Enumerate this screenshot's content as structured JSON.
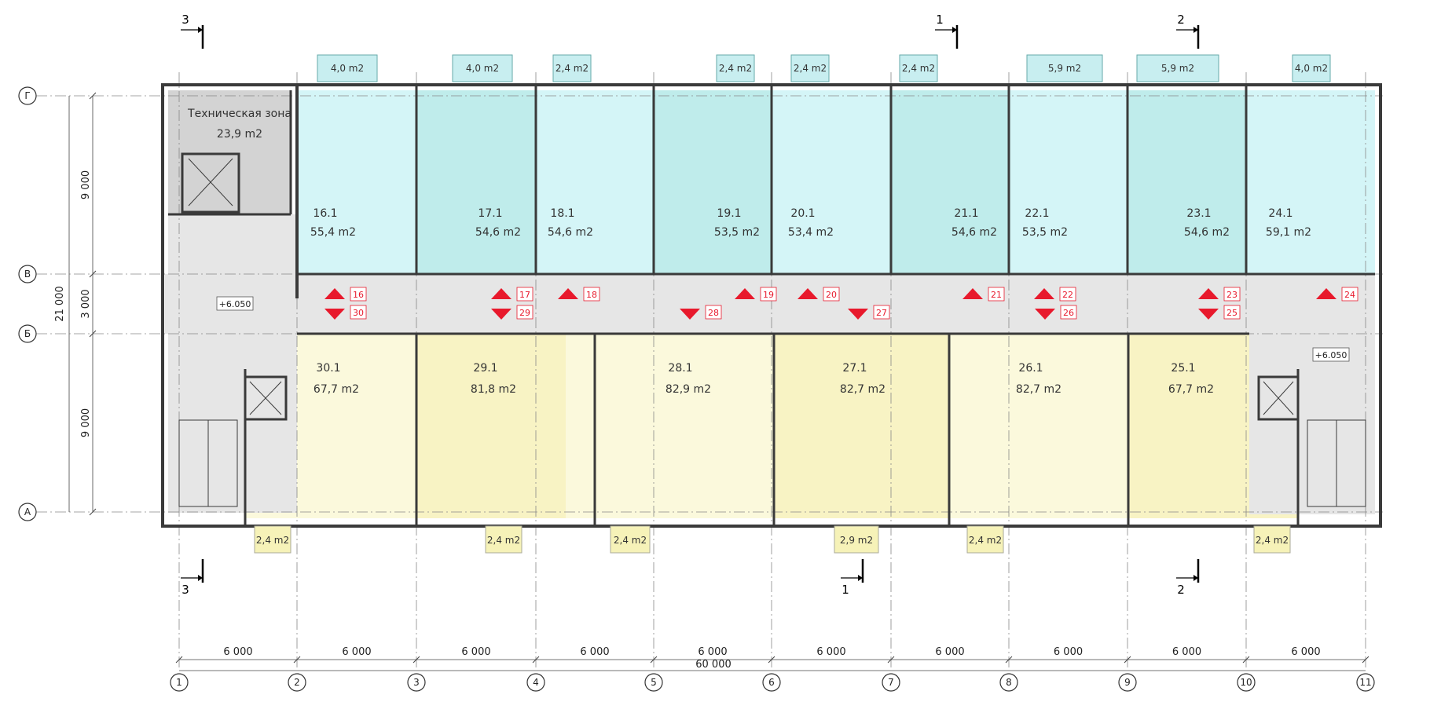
{
  "colors": {
    "north_unit": "#d4f5f7",
    "north_unit_alt": "#bfeceb",
    "south_unit": "#fbf9dc",
    "south_unit_alt": "#f8f3c4",
    "corridor": "#e6e6e6",
    "tech_zone": "#d3d3d3",
    "balcony_north": "#c8eef0",
    "balcony_south": "#f6f2b8",
    "arrow_red": "#e8192c",
    "wall": "#3a3a3a"
  },
  "axes_columns": [
    "1",
    "2",
    "3",
    "4",
    "5",
    "6",
    "7",
    "8",
    "9",
    "10",
    "11"
  ],
  "axes_rows": [
    "Г",
    "В",
    "Б",
    "А"
  ],
  "dims_columns": [
    "6 000",
    "6 000",
    "6 000",
    "6 000",
    "6 000",
    "6 000",
    "6 000",
    "6 000",
    "6 000",
    "6 000"
  ],
  "dim_total": "60 000",
  "dims_rows": [
    "9 000",
    "3 000",
    "9 000"
  ],
  "dim_rows_total": "21 000",
  "sections": {
    "top": [
      "3",
      "1",
      "2"
    ],
    "bottom": [
      "3",
      "1",
      "2"
    ]
  },
  "tech_zone": {
    "name": "Техническая зона",
    "area": "23,9 m2"
  },
  "level_marks": [
    "+6.050",
    "+6.050"
  ],
  "units_north": [
    {
      "id": "16.1",
      "area": "55,4 m2"
    },
    {
      "id": "17.1",
      "area": "54,6 m2"
    },
    {
      "id": "18.1",
      "area": "54,6 m2"
    },
    {
      "id": "19.1",
      "area": "53,5 m2"
    },
    {
      "id": "20.1",
      "area": "53,4 m2"
    },
    {
      "id": "21.1",
      "area": "54,6 m2"
    },
    {
      "id": "22.1",
      "area": "53,5 m2"
    },
    {
      "id": "23.1",
      "area": "54,6 m2"
    },
    {
      "id": "24.1",
      "area": "59,1 m2"
    }
  ],
  "units_south": [
    {
      "id": "30.1",
      "area": "67,7 m2"
    },
    {
      "id": "29.1",
      "area": "81,8 m2"
    },
    {
      "id": "28.1",
      "area": "82,9 m2"
    },
    {
      "id": "27.1",
      "area": "82,7 m2"
    },
    {
      "id": "26.1",
      "area": "82,7 m2"
    },
    {
      "id": "25.1",
      "area": "67,7 m2"
    }
  ],
  "balconies_north": [
    "4,0 m2",
    "4,0 m2",
    "2,4 m2",
    "2,4 m2",
    "2,4 m2",
    "2,4 m2",
    "5,9 m2",
    "5,9 m2",
    "4,0 m2"
  ],
  "balconies_south": [
    "2,4 m2",
    "2,4 m2",
    "2,4 m2",
    "2,9 m2",
    "2,4 m2",
    "2,4 m2"
  ],
  "entry_tags_north": [
    "16",
    "17",
    "18",
    "19",
    "20",
    "21",
    "22",
    "23",
    "24"
  ],
  "entry_tags_south": [
    "30",
    "29",
    "28",
    "27",
    "26",
    "25"
  ]
}
